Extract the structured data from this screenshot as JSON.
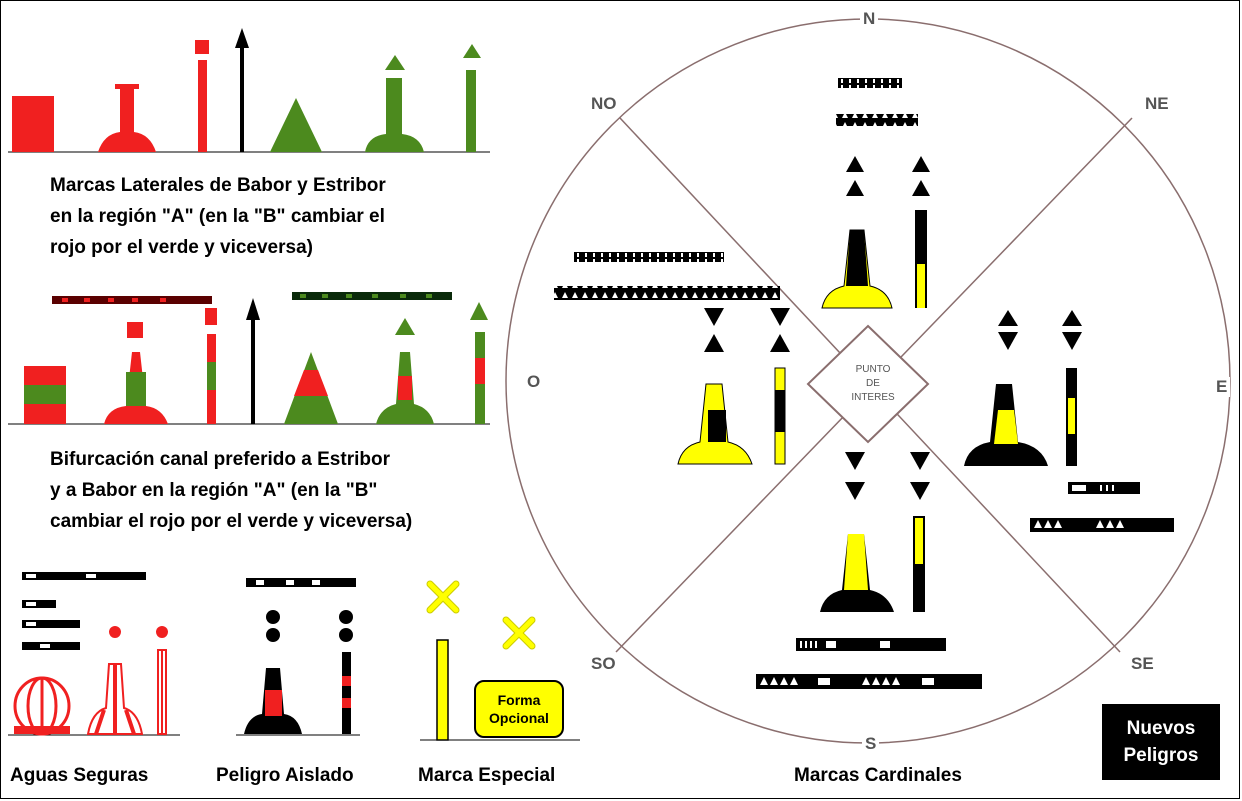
{
  "captions": {
    "lateral": [
      "Marcas Laterales de Babor y Estribor",
      "en la región \"A\" (en la \"B\" cambiar el",
      "rojo por el verde y viceversa)"
    ],
    "bifurcacion": [
      "Bifurcación canal preferido a Estribor",
      "y a Babor en la región \"A\" (en la \"B\"",
      "cambiar el rojo por el verde y viceversa)"
    ],
    "aguas_seguras": "Aguas Seguras",
    "peligro_aislado": "Peligro Aislado",
    "marca_especial": "Marca Especial",
    "marcas_cardinales": "Marcas Cardinales"
  },
  "forma_opcional": [
    "Forma",
    "Opcional"
  ],
  "punto_interes": [
    "PUNTO",
    "DE",
    "INTERES"
  ],
  "nuevos_peligros": [
    "Nuevos",
    "Peligros"
  ],
  "compass": {
    "n": "N",
    "ne": "NE",
    "e": "E",
    "se": "SE",
    "s": "S",
    "so": "SO",
    "o": "O",
    "no": "NO"
  },
  "colors": {
    "red": "#f02020",
    "green": "#4c8a1e",
    "yellow": "#ffff00",
    "black": "#000000",
    "compass_line": "#8a6e6e"
  }
}
